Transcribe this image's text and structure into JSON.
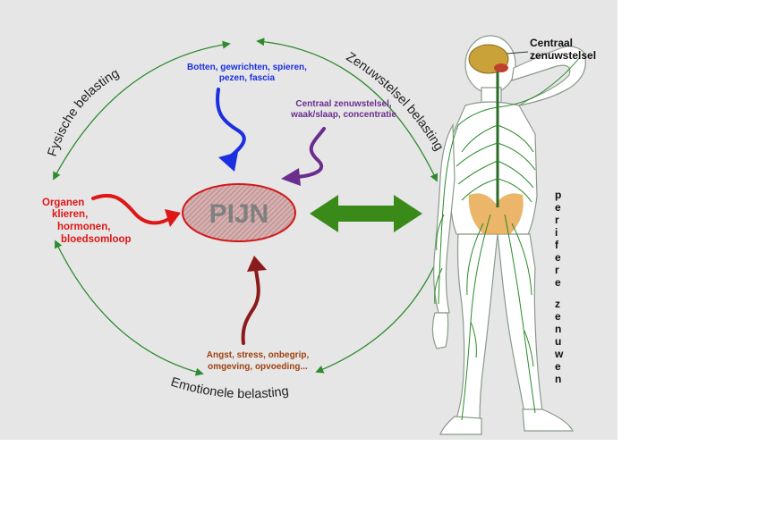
{
  "center": {
    "label": "PIJN"
  },
  "loads": {
    "physical": "Fysische belasting",
    "nervous": "Zenuwstelsel belasting",
    "emotional": "Emotionele belasting"
  },
  "factors": {
    "physical": [
      "Botten, gewrichten, spieren,",
      "pezen, fascia"
    ],
    "nervous": [
      "Centraal zenuwstelsel,",
      "waak/slaap, concentratie"
    ],
    "organs": [
      "Organen",
      "klieren,",
      "hormonen,",
      "bloedsomloop"
    ],
    "emotional": [
      "Angst, stress, onbegrip,",
      "omgeving, opvoeding..."
    ]
  },
  "body_labels": {
    "central": [
      "Centraal",
      "zenuwstelsel"
    ],
    "peripheral": "perifere zenuwen"
  },
  "colors": {
    "background": "#e6e6e6",
    "cycle_arrows": "#2e8b2e",
    "pijn_fill": "#c9a0a0",
    "pijn_outline": "#d01818",
    "pijn_text": "#808080",
    "physical": "#1a2fe0",
    "nervous": "#6b2d8e",
    "organs": "#e01515",
    "emotional": "#8b1a1a",
    "emotional_text": "#a04010",
    "double_arrow": "#3a8a1a",
    "nerves": "#2a8a2a"
  }
}
